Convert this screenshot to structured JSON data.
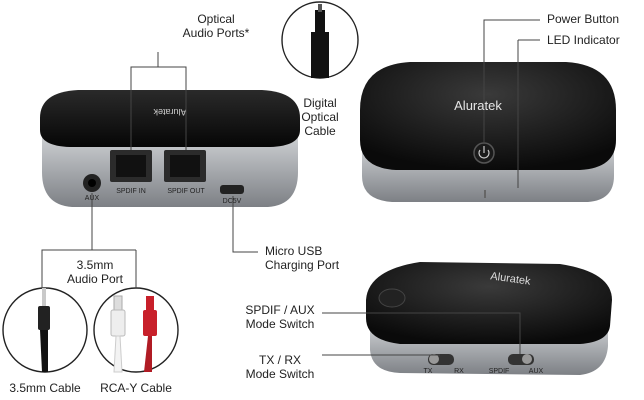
{
  "brand": "Aluratek",
  "labels": {
    "optical_ports_line1": "Optical",
    "optical_ports_line2": "Audio Ports*",
    "digital_optical_line1": "Digital",
    "digital_optical_line2": "Optical",
    "digital_optical_line3": "Cable",
    "power_button": "Power Button",
    "led_indicator": "LED Indicator",
    "micro_usb_line1": "Micro USB",
    "micro_usb_line2": "Charging Port",
    "audio_port_line1": "3.5mm",
    "audio_port_line2": "Audio Port",
    "spdif_aux_line1": "SPDIF / AUX",
    "spdif_aux_line2": "Mode Switch",
    "txrx_line1": "TX / RX",
    "txrx_line2": "Mode Switch",
    "cable_35": "3.5mm Cable",
    "cable_rca": "RCA-Y Cable"
  },
  "device_markings": {
    "spdif_in": "SPDIF IN",
    "spdif_out": "SPDIF OUT",
    "aux": "AUX",
    "dc5v": "DC5V",
    "tx": "TX",
    "rx": "RX",
    "spdif": "SPDIF",
    "aux_switch": "AUX"
  },
  "colors": {
    "device_top": "#111111",
    "device_body": "#b9bcc0",
    "callout_line": "#444444",
    "rca_red": "#c8202a",
    "rca_white": "#eeeeee"
  }
}
